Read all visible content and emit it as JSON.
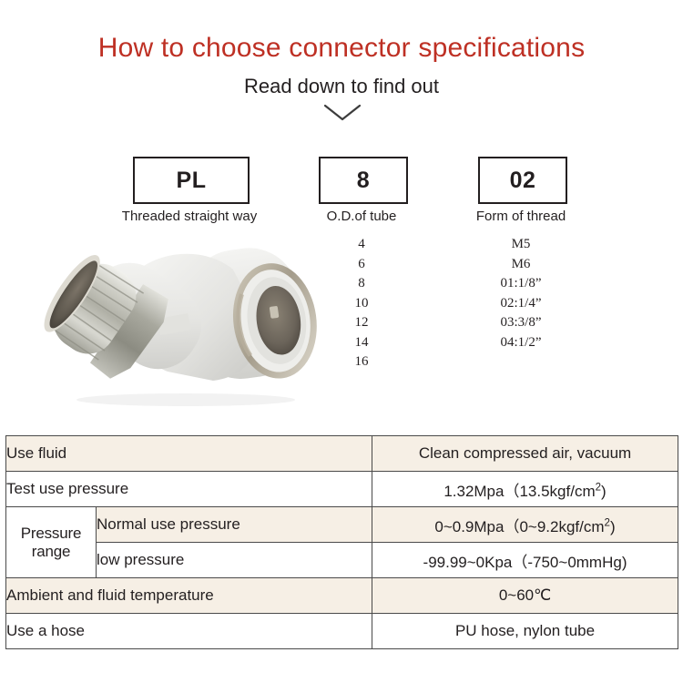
{
  "header": {
    "title": "How to choose connector specifications",
    "subtitle": "Read down to find out",
    "chevron_icon": "chevron-down-icon"
  },
  "code_breakdown": {
    "columns": [
      {
        "id": "series",
        "code": "PL",
        "caption": "Threaded straight way",
        "options": []
      },
      {
        "id": "tube_od",
        "code": "8",
        "caption": "O.D.of tube",
        "options": [
          "4",
          "6",
          "8",
          "10",
          "12",
          "14",
          "16"
        ]
      },
      {
        "id": "thread_form",
        "code": "02",
        "caption": "Form of thread",
        "options": [
          "M5",
          "M6",
          "01:1/8”",
          "02:1/4”",
          "03:3/8”",
          "04:1/2”"
        ]
      }
    ]
  },
  "product_image": {
    "name": "pneumatic-elbow-fitting",
    "body_color": "#e9e9e7",
    "metal_color": "#b9b9b2"
  },
  "spec_table": {
    "rows": [
      {
        "label": "Use fluid",
        "value": "Clean compressed air, vacuum",
        "shade": "beige",
        "group": null
      },
      {
        "label": "Test use pressure",
        "value_prefix": "1.32Mpa（13.5kgf/cm",
        "value_sup": "2",
        "value_suffix": ")",
        "shade": "white",
        "group": null
      },
      {
        "group_label": "Pressure range",
        "label": "Normal use pressure",
        "value_prefix": "0~0.9Mpa（0~9.2kgf/cm",
        "value_sup": "2",
        "value_suffix": ")",
        "shade": "beige"
      },
      {
        "label": "low pressure",
        "value": "-99.99~0Kpa（-750~0mmHg)",
        "shade": "white"
      },
      {
        "label": "Ambient and fluid temperature",
        "value": "0~60℃",
        "shade": "beige",
        "group": null
      },
      {
        "label": "Use a hose",
        "value": "PU hose, nylon tube",
        "shade": "white",
        "group": null
      }
    ]
  },
  "colors": {
    "title_red": "#be3024",
    "table_beige": "#f6efe5",
    "table_border": "#4a4a4a",
    "text_dark": "#231f20"
  }
}
